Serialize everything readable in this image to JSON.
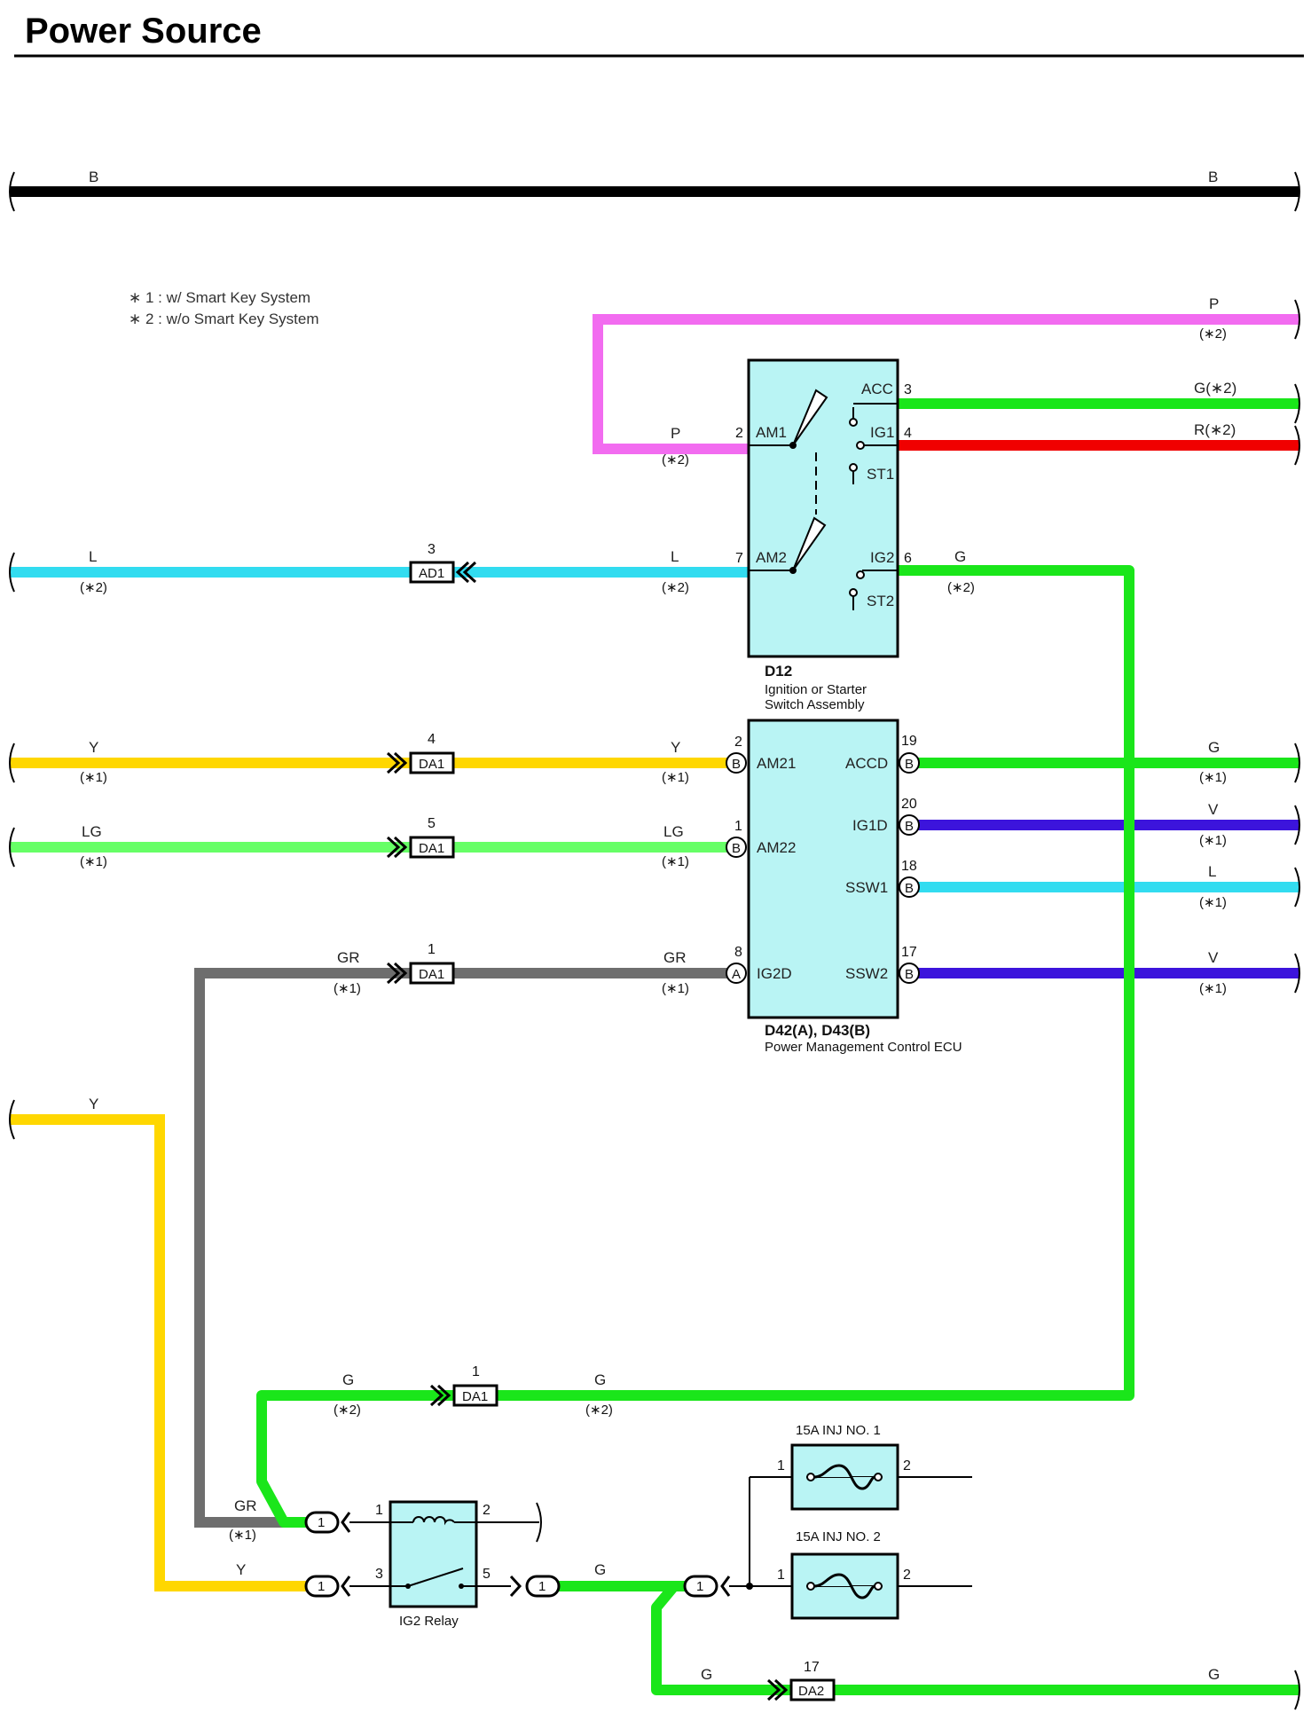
{
  "title": "Power Source",
  "notes": [
    "∗ 1 : w/ Smart Key System",
    "∗ 2 : w/o Smart Key System"
  ],
  "colors": {
    "B": "#000000",
    "P": "#f26cf0",
    "G": "#1ae61a",
    "R": "#f00000",
    "L": "#32dcf0",
    "Y": "#ffd700",
    "LG": "#66ff66",
    "GR": "#6e6e6e",
    "V": "#3c14dc",
    "component_fill": "#b9f4f4"
  },
  "wires": {
    "b_left": "B",
    "b_right": "B",
    "p_right": "P",
    "p_right_note": "(∗2)",
    "p_mid": "P",
    "p_mid_note": "(∗2)",
    "g_acc": "G(∗2)",
    "r_ig1": "R(∗2)",
    "l_left": "L",
    "l_left_note": "(∗2)",
    "l_mid": "L",
    "l_mid_note": "(∗2)",
    "g_ig2": "G",
    "g_ig2_note": "(∗2)",
    "y_left": "Y",
    "y_left_note": "(∗1)",
    "y_mid": "Y",
    "y_mid_note": "(∗1)",
    "lg_left": "LG",
    "lg_left_note": "(∗1)",
    "lg_mid": "LG",
    "lg_mid_note": "(∗1)",
    "gr_left": "GR",
    "gr_left_note": "(∗1)",
    "gr_mid": "GR",
    "gr_mid_note": "(∗1)",
    "g_accd": "G",
    "g_accd_note": "(∗1)",
    "v_ig1d": "V",
    "v_ig1d_note": "(∗1)",
    "l_ssw1": "L",
    "l_ssw1_note": "(∗1)",
    "v_ssw2": "V",
    "v_ssw2_note": "(∗1)",
    "y_lower": "Y",
    "g_low_left": "G",
    "g_low_left_note": "(∗2)",
    "g_low_mid": "G",
    "g_low_mid_note": "(∗2)",
    "gr_low": "GR",
    "gr_low_note": "(∗1)",
    "y_low": "Y",
    "g_relay_out": "G",
    "g_bottom_left": "G",
    "g_bottom_right": "G"
  },
  "connectors": {
    "ad1": {
      "label": "AD1",
      "pin": "3"
    },
    "da1_y": {
      "label": "DA1",
      "pin": "4"
    },
    "da1_lg": {
      "label": "DA1",
      "pin": "5"
    },
    "da1_gr": {
      "label": "DA1",
      "pin": "1"
    },
    "da1_g": {
      "label": "DA1",
      "pin": "1"
    },
    "da2": {
      "label": "DA2",
      "pin": "17"
    },
    "j1_a": "1",
    "j1_b": "1",
    "j1_c": "1",
    "j1_d": "1"
  },
  "d12": {
    "id": "D12",
    "name_line1": "Ignition or Starter",
    "name_line2": "Switch Assembly",
    "pins": {
      "am1": {
        "label": "AM1",
        "num": "2"
      },
      "am2": {
        "label": "AM2",
        "num": "7"
      },
      "acc": {
        "label": "ACC",
        "num": "3"
      },
      "ig1": {
        "label": "IG1",
        "num": "4"
      },
      "st1": {
        "label": "ST1"
      },
      "ig2": {
        "label": "IG2",
        "num": "6"
      },
      "st2": {
        "label": "ST2"
      }
    }
  },
  "ecu": {
    "id": "D42(A), D43(B)",
    "name": "Power Management Control ECU",
    "pins": {
      "am21": {
        "label": "AM21",
        "num": "2",
        "conn": "B"
      },
      "am22": {
        "label": "AM22",
        "num": "1",
        "conn": "B"
      },
      "ig2d": {
        "label": "IG2D",
        "num": "8",
        "conn": "A"
      },
      "accd": {
        "label": "ACCD",
        "num": "19",
        "conn": "B"
      },
      "ig1d": {
        "label": "IG1D",
        "num": "20",
        "conn": "B"
      },
      "ssw1": {
        "label": "SSW1",
        "num": "18",
        "conn": "B"
      },
      "ssw2": {
        "label": "SSW2",
        "num": "17",
        "conn": "B"
      }
    }
  },
  "relay": {
    "name": "IG2 Relay",
    "p1": "1",
    "p2": "2",
    "p3": "3",
    "p5": "5"
  },
  "fuse1": {
    "name": "15A INJ NO. 1",
    "p1": "1",
    "p2": "2"
  },
  "fuse2": {
    "name": "15A INJ NO. 2",
    "p1": "1",
    "p2": "2"
  }
}
